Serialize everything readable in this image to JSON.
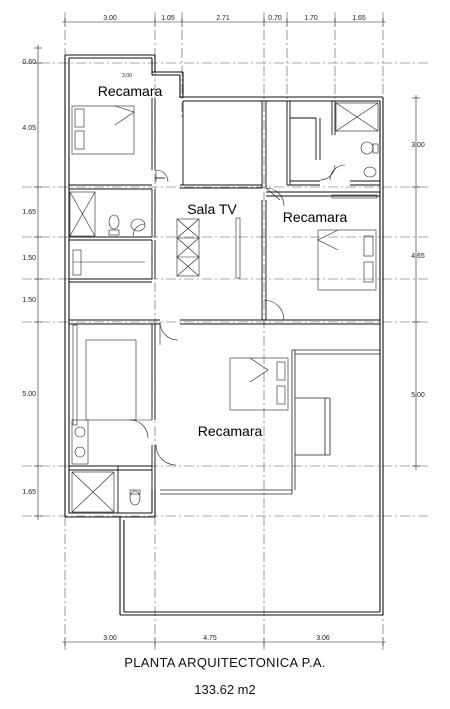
{
  "rooms": {
    "bedroom_top_left": "Recamara",
    "sala_tv": "Sala TV",
    "bedroom_right": "Recamara",
    "bedroom_bottom": "Recamara"
  },
  "dimensions": {
    "top": [
      "3.00",
      "1.05",
      "2.71",
      "0.70",
      "1.70",
      "1.65"
    ],
    "bottom": [
      "3.00",
      "4.75",
      "3.06"
    ],
    "left": [
      "0.60",
      "4.05",
      "1.65",
      "1.50",
      "1.50",
      "5.00",
      "1.65"
    ],
    "right": [
      "3.00",
      "4.65",
      "5.00"
    ],
    "inner_small": "3.00"
  },
  "caption": {
    "title": "PLANTA ARQUITECTONICA P.A.",
    "area": "133.62 m2"
  }
}
